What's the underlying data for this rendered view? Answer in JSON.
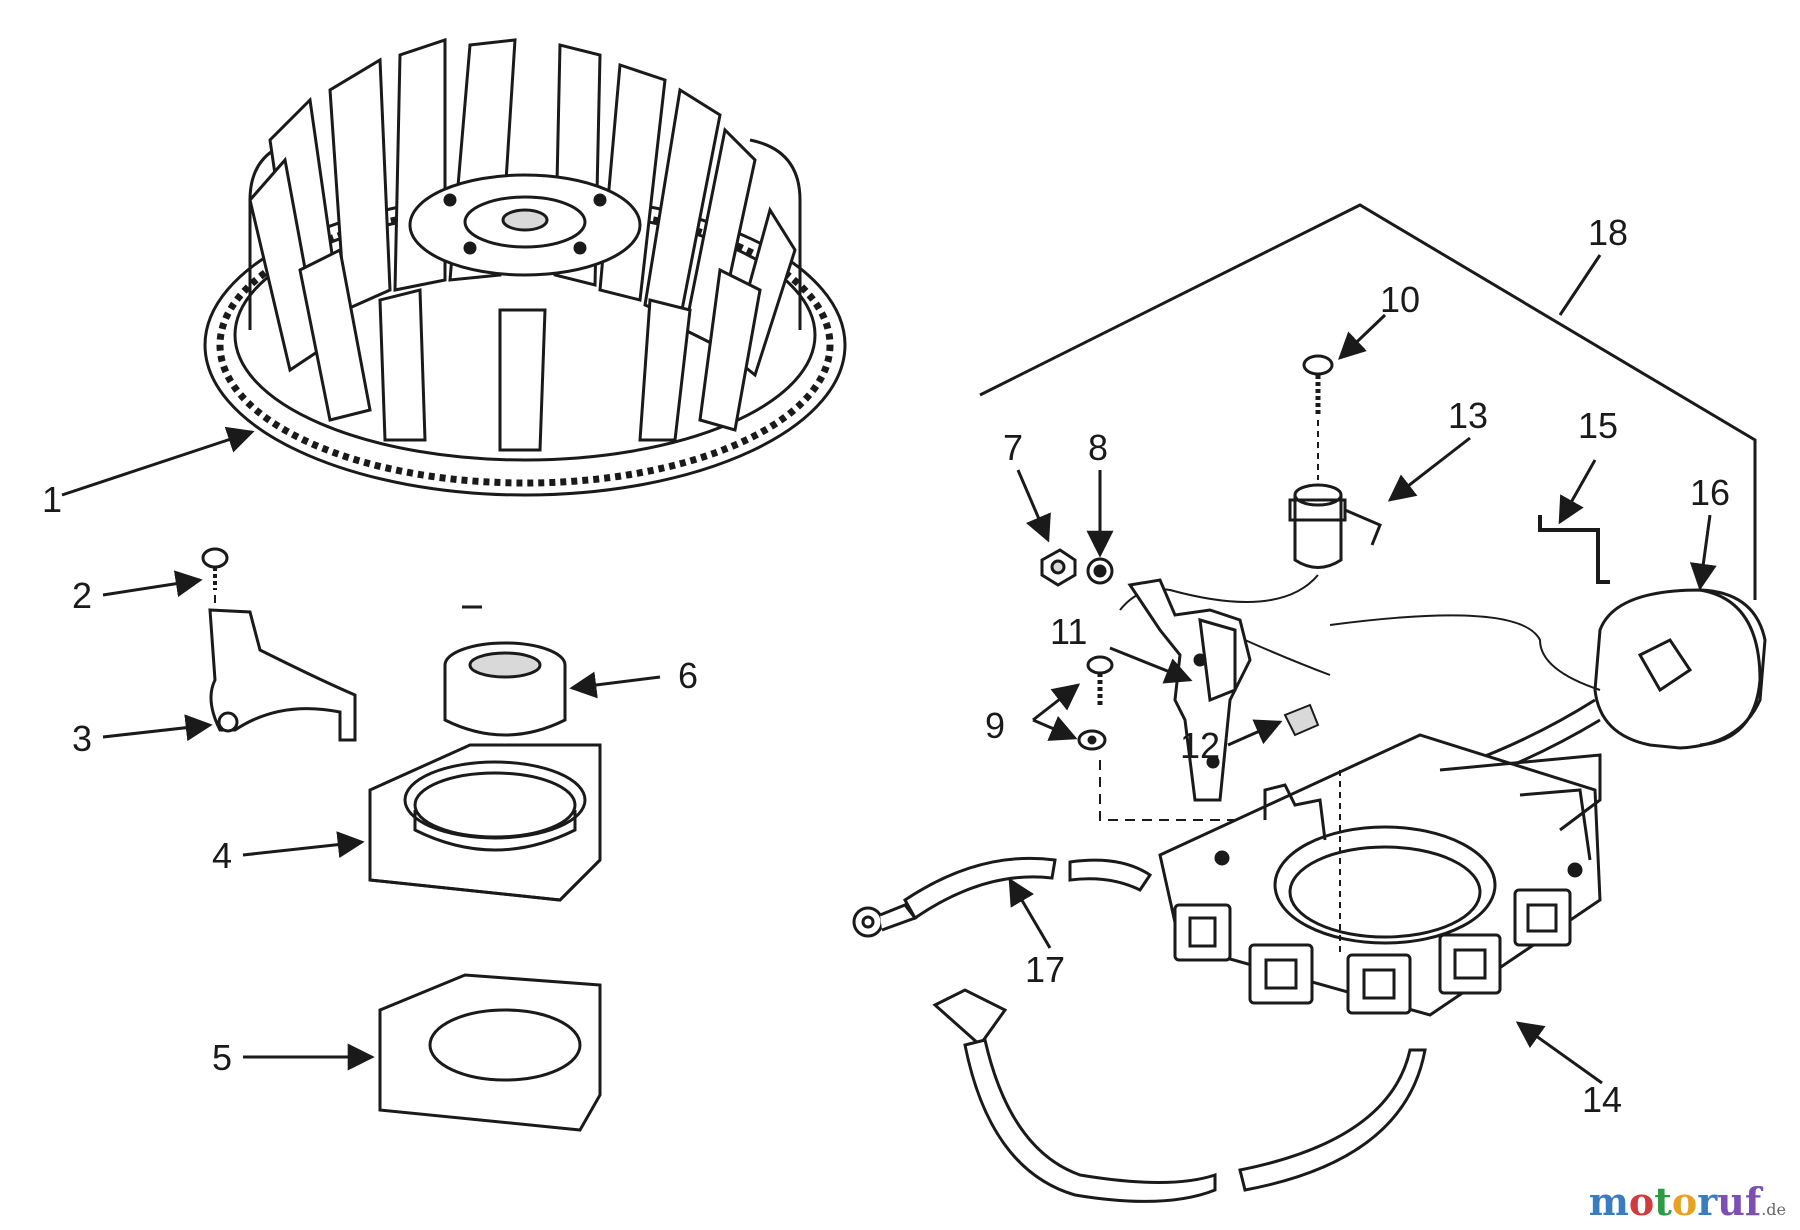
{
  "callouts": {
    "c1": "1",
    "c2": "2",
    "c3": "3",
    "c4": "4",
    "c5": "5",
    "c6": "6",
    "c7": "7",
    "c8": "8",
    "c9": "9",
    "c10": "10",
    "c11": "11",
    "c12": "12",
    "c13": "13",
    "c14": "14",
    "c15": "15",
    "c16": "16",
    "c17": "17",
    "c18": "18"
  },
  "watermark": {
    "name": "motoruf",
    "suffix": ".de"
  },
  "colors": {
    "ink": "#1a1a1a",
    "paper": "#ffffff",
    "shade": "#d9d9d9"
  }
}
